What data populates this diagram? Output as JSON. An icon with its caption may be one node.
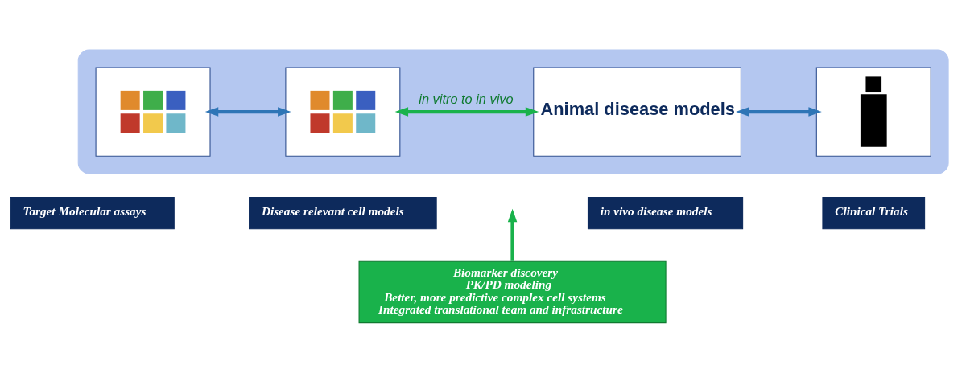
{
  "diagram": {
    "nodes": [
      {
        "text": [],
        "shape": "box"
      },
      {
        "text": [],
        "shape": "picture",
        "in": 0
      },
      {
        "text": [],
        "shape": "picture",
        "in": 0
      },
      {
        "text": [
          "Animal disease models"
        ],
        "in": 0
      },
      {
        "text": [],
        "shape": "person",
        "in": 0
      },
      {
        "text": [
          "Target Molecular assays"
        ]
      },
      {
        "text": [
          "Disease relevant cell models"
        ]
      },
      {
        "text": [
          "in vivo disease models"
        ]
      },
      {
        "text": [
          "Clinical Trials"
        ]
      },
      {
        "text": [
          "Biomarker discovery",
          "PK/PD modeling",
          "Better, more predictive complex cell systems",
          "Integrated translational team and infrastructure"
        ]
      }
    ],
    "edges": [
      {
        "from": 1,
        "to": 2,
        "arrow": "both"
      },
      {
        "from": 2,
        "to": 3,
        "arrow": "both",
        "label": "in vitro to in vivo",
        "color": "#19b24b"
      },
      {
        "from": 3,
        "to": 4,
        "arrow": "both"
      },
      {
        "from": 9,
        "to": null,
        "arrow": "to",
        "color": "#19b24b"
      }
    ]
  }
}
